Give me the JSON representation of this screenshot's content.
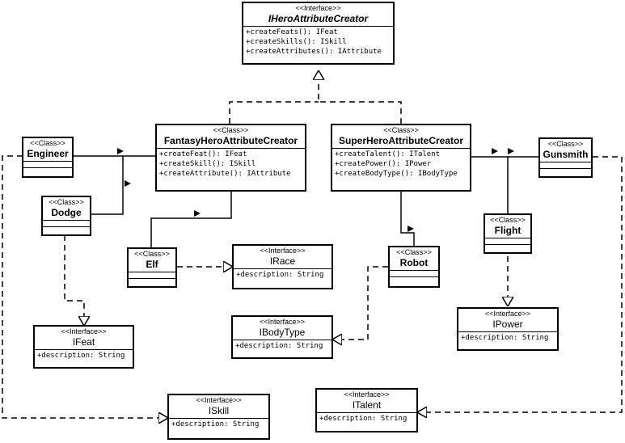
{
  "diagram": {
    "interface_stereotype": "<<Interface>>",
    "class_stereotype": "<<Class>>",
    "nodes": {
      "ihero": {
        "stereotype": "<<Interface>>",
        "name": "IHeroAttributeCreator",
        "methods": [
          "+createFeats(): IFeat",
          "+createSkills(): ISkill",
          "+createAttributes(): IAttribute"
        ]
      },
      "fantasy": {
        "stereotype": "<<Class>>",
        "name": "FantasyHeroAttributeCreator",
        "methods": [
          "+createFeat(): IFeat",
          "+createSkill(): ISkill",
          "+createAttribute(): IAttribute"
        ]
      },
      "superhero": {
        "stereotype": "<<Class>>",
        "name": "SuperHeroAttributeCreator",
        "methods": [
          "+createTalent(): ITalent",
          "+createPower(): IPower",
          "+createBodyType(): IBodyType"
        ]
      },
      "engineer": {
        "stereotype": "<<Class>>",
        "name": "Engineer"
      },
      "dodge": {
        "stereotype": "<<Class>>",
        "name": "Dodge"
      },
      "elf": {
        "stereotype": "<<Class>>",
        "name": "Elf"
      },
      "robot": {
        "stereotype": "<<Class>>",
        "name": "Robot"
      },
      "gunsmith": {
        "stereotype": "<<Class>>",
        "name": "Gunsmith"
      },
      "flight": {
        "stereotype": "<<Class>>",
        "name": "Flight"
      },
      "irace": {
        "stereotype": "<<Interface>>",
        "name": "IRace",
        "attributes": [
          "+description: String"
        ]
      },
      "ifeat": {
        "stereotype": "<<Interface>>",
        "name": "IFeat",
        "attributes": [
          "+description: String"
        ]
      },
      "ibodytype": {
        "stereotype": "<<Interface>>",
        "name": "IBodyType",
        "attributes": [
          "+description: String"
        ]
      },
      "ipower": {
        "stereotype": "<<Interface>>",
        "name": "IPower",
        "attributes": [
          "+description: String"
        ]
      },
      "iskill": {
        "stereotype": "<<Interface>>",
        "name": "ISkill",
        "attributes": [
          "+description: String"
        ]
      },
      "italent": {
        "stereotype": "<<Interface>>",
        "name": "ITalent",
        "attributes": [
          "+description: String"
        ]
      }
    }
  }
}
